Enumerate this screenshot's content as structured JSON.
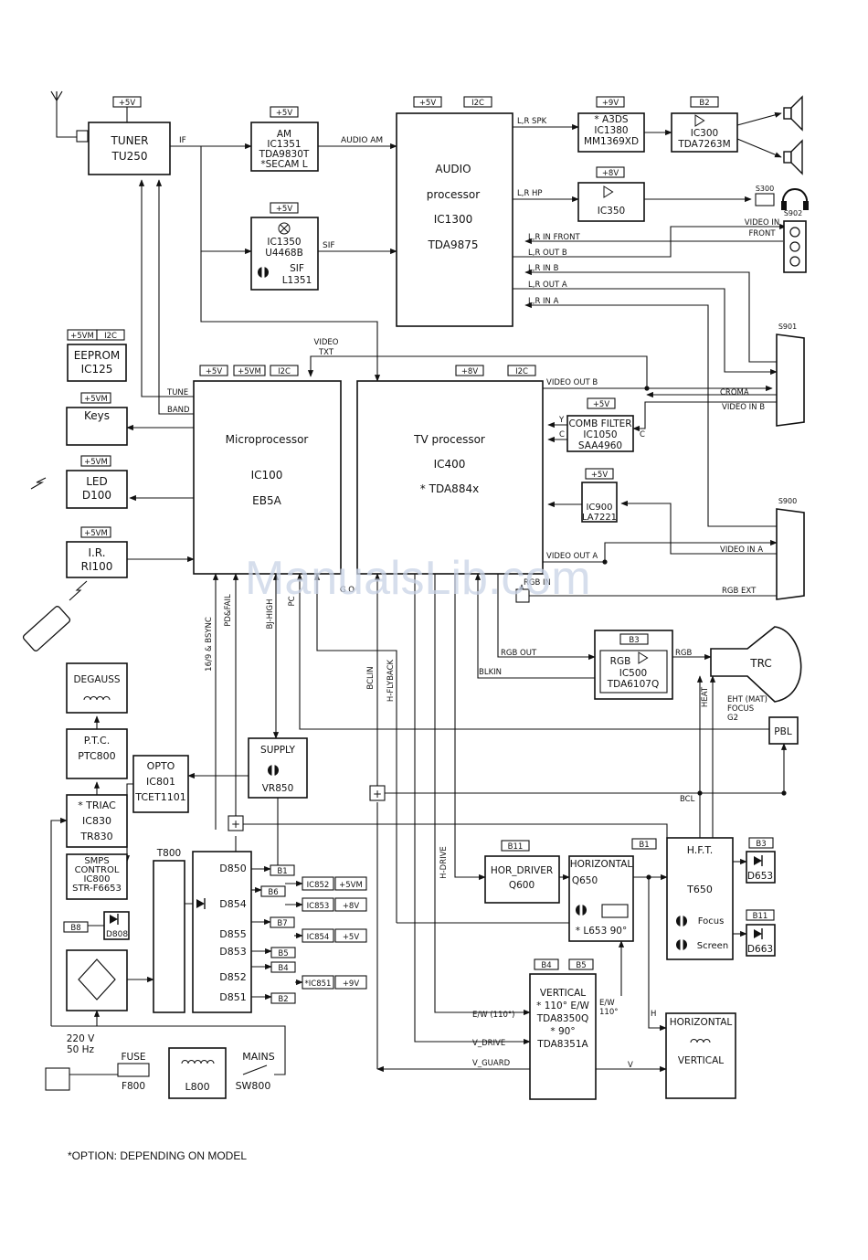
{
  "blocks": {
    "tuner": [
      "TUNER",
      "TU250"
    ],
    "am": [
      "AM",
      "IC1351",
      "TDA9830T",
      "*SECAM L"
    ],
    "audio": [
      "AUDIO",
      "processor",
      "IC1300",
      "TDA9875"
    ],
    "a3ds": [
      "* A3DS",
      "IC1380",
      "MM1369XD"
    ],
    "ic300": [
      "IC300",
      "TDA7263M"
    ],
    "ic350": "IC350",
    "ic1350": [
      "IC1350",
      "U4468B",
      "SIF",
      "L1351"
    ],
    "eeprom": [
      "EEPROM",
      "IC125"
    ],
    "keys": "Keys",
    "led": [
      "LED",
      "D100"
    ],
    "ir": [
      "I.R.",
      "RI100"
    ],
    "micro": [
      "Microprocessor",
      "IC100",
      "EB5A"
    ],
    "tvproc": [
      "TV processor",
      "IC400",
      "* TDA884x"
    ],
    "comb": [
      "COMB FILTER",
      "IC1050",
      "SAA4960"
    ],
    "ic900": [
      "IC900",
      "LA7221"
    ],
    "rgb": [
      "RGB",
      "IC500",
      "TDA6107Q"
    ],
    "trc": "TRC",
    "pbl": "PBL",
    "degauss": "DEGAUSS",
    "ptc": [
      "P.T.C.",
      "PTC800"
    ],
    "opto": [
      "OPTO",
      "IC801",
      "TCET1101"
    ],
    "supply": [
      "SUPPLY",
      "VR850"
    ],
    "triac": [
      "* TRIAC",
      "IC830",
      "TR830"
    ],
    "smps": [
      "SMPS",
      "CONTROL",
      "IC800",
      "STR-F6653"
    ],
    "t800": "T800",
    "d808": "D808",
    "horDriver": [
      "HOR_DRIVER",
      "Q600"
    ],
    "horizontal": [
      "HORIZONTAL",
      "Q650",
      "* L653 90°"
    ],
    "hft": [
      "H.F.T.",
      "T650",
      "Focus",
      "Screen"
    ],
    "d653": "D653",
    "d663": "D663",
    "vertical": [
      "VERTICAL",
      "* 110° E/W",
      "TDA8350Q",
      "* 90°",
      "TDA8351A"
    ],
    "hv": [
      "HORIZONTAL",
      "VERTICAL"
    ],
    "fuse": [
      "FUSE",
      "F800"
    ],
    "l800": "L800",
    "mains": [
      "MAINS",
      "SW800"
    ],
    "mainsIn": [
      "220 V",
      "50 Hz"
    ],
    "diodes": [
      "D850",
      "D854",
      "D855",
      "D853",
      "D852",
      "D851"
    ],
    "regulators": [
      "IC852",
      "IC853",
      "IC854",
      "*IC851"
    ],
    "s300": "S300",
    "s902": "S902",
    "s901": "S901",
    "s900": "S900"
  },
  "supplies": {
    "p5v": "+5V",
    "p9v": "+9V",
    "p8v": "+8V",
    "p5vm": "+5VM",
    "i2c": "I2C",
    "b1": "B1",
    "b2": "B2",
    "b3": "B3",
    "b4": "B4",
    "b5": "B5",
    "b6": "B6",
    "b7": "B7",
    "b8": "B8",
    "b11": "B11"
  },
  "signals": {
    "if": "IF",
    "audioAm": "AUDIO AM",
    "sif": "SIF",
    "lrSpk": "L,R SPK",
    "lrHp": "L,R HP",
    "lrInFront": "L,R IN FRONT",
    "lrOutB": "L,R OUT B",
    "lrInB": "L,R IN B",
    "lrOutA": "L,R OUT A",
    "lrInA": "L,R IN A",
    "videoInFront": [
      "VIDEO IN",
      "FRONT"
    ],
    "videoTxt": [
      "VIDEO",
      "TXT"
    ],
    "tune": "TUNE",
    "band": "BAND",
    "videoOutB": "VIDEO OUT B",
    "croma": "CROMA",
    "videoInB": "VIDEO IN B",
    "y": "Y",
    "c": "C",
    "videoInA": "VIDEO IN A",
    "videoOutA": "VIDEO OUT A",
    "rgbIn": "RGB IN",
    "rgbExt": "RGB EXT",
    "rgbOut": "RGB OUT",
    "blkin": "BLKIN",
    "rgbSig": "RGB",
    "ratio": "16/9 & BSYNC",
    "pdfail": "PD&FAIL",
    "bjhigh": "BJ-HIGH",
    "pc": "PC",
    "go": "G O",
    "bclin": "BCLIN",
    "hflyback": "H-FLYBACK",
    "heat": "HEAT",
    "eht": [
      "EHT (MAT)",
      "FOCUS",
      "G2"
    ],
    "bcl": "BCL",
    "hdrive": "H-DRIVE",
    "ew": "E/W (110°)",
    "vdrive": "V_DRIVE",
    "vguard": "V_GUARD",
    "v": "V",
    "ew110": [
      "E/W",
      "110°"
    ],
    "h": "H"
  },
  "rails": {
    "p5vm": "+5VM",
    "p8v": "+8V",
    "p5v": "+5V",
    "p9v": "+9V"
  },
  "footnote": "*OPTION: DEPENDING ON MODEL",
  "watermark": "ManualsLib.com"
}
